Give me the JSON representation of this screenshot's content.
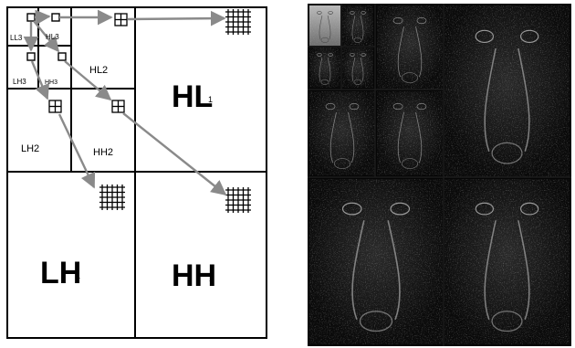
{
  "diagram": {
    "labels": {
      "ll3": "LL3",
      "hl3": "HL3",
      "lh3": "LH3",
      "hh3": "HH3",
      "hl2": "HL2",
      "lh2": "LH2",
      "hh2": "HH2",
      "hl1": "HL",
      "lh1": "LH",
      "hh1": "HH",
      "level1": "1"
    },
    "colors": {
      "arrow": "#8a8a8a",
      "grid_line": "#000000",
      "background": "#ffffff"
    },
    "icon": "grid-block-icon"
  },
  "wavelet_image": {
    "subject": "mandrill face three-level wavelet decomposition",
    "background": "#060606"
  }
}
